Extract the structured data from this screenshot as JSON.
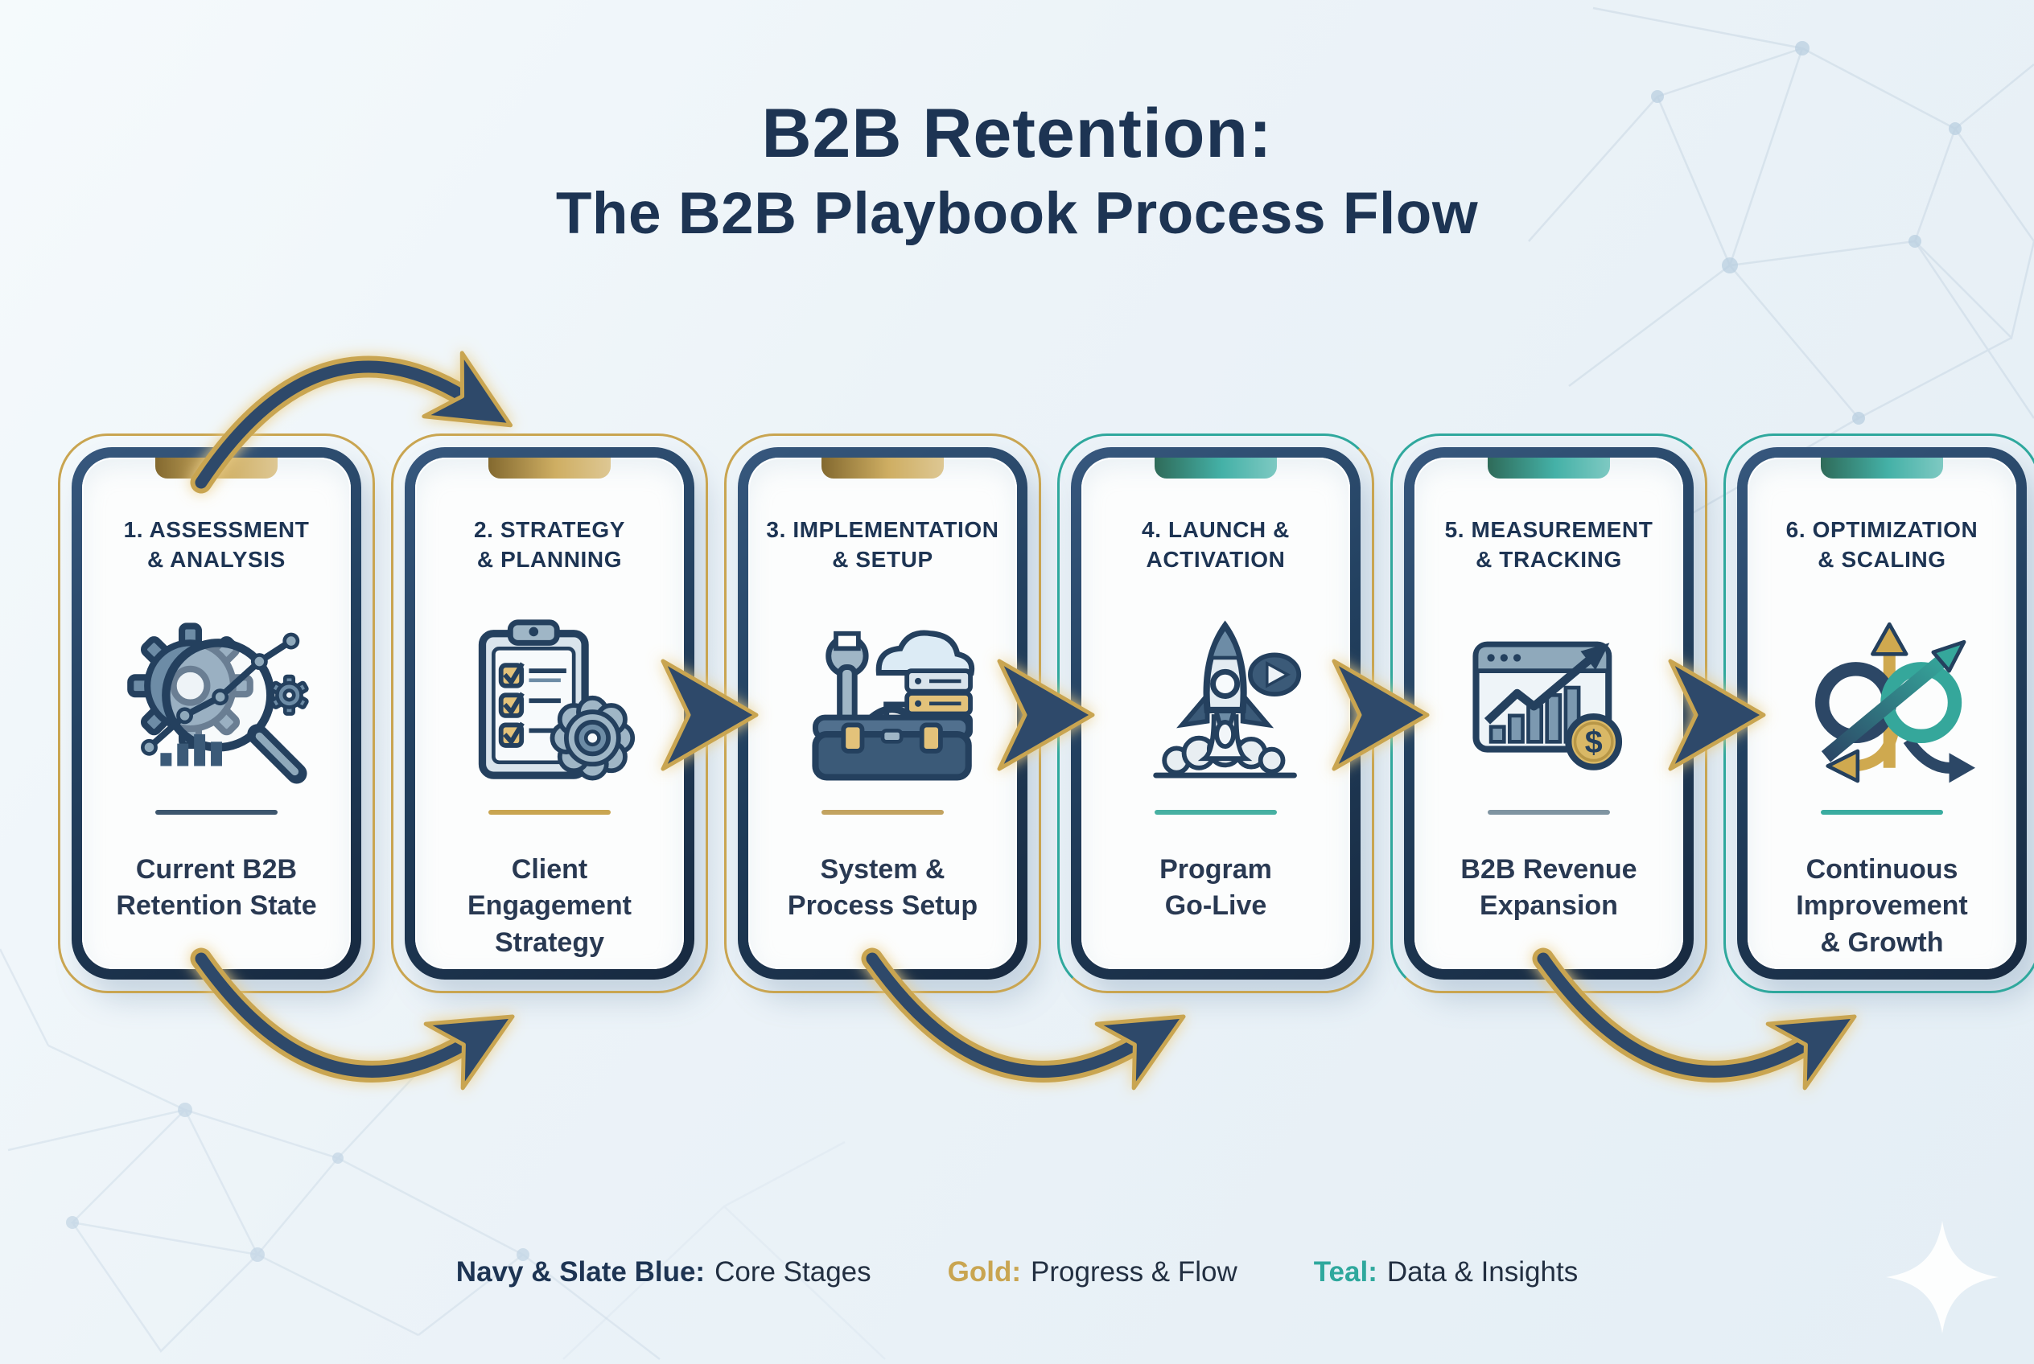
{
  "title": {
    "line1": "B2B Retention:",
    "line2": "The B2B Playbook Process Flow"
  },
  "palette": {
    "navy": "#1d3453",
    "slate_blue": "#6d8ca6",
    "gold": "#c9a551",
    "teal": "#2fa89d",
    "text_dark": "#293952",
    "background": "#ecf3f8",
    "screen_white": "#fcfdfd",
    "arrow_navy": "#2d4a6a"
  },
  "stages": [
    {
      "heading": "1. ASSESSMENT\n& ANALYSIS",
      "caption": "Current B2B\nRetention State",
      "icon": "gear-magnifier-analysis-icon",
      "divider_color": "#3d566e",
      "notch_color": "#c9a551",
      "accent_color": "#c9a551"
    },
    {
      "heading": "2. STRATEGY\n& PLANNING",
      "caption": "Client\nEngagement\nStrategy",
      "icon": "clipboard-checklist-gear-icon",
      "divider_color": "#c9a551",
      "notch_color": "#c9a551",
      "accent_color": "#c9a551"
    },
    {
      "heading": "3. IMPLEMENTATION\n& SETUP",
      "caption": "System &\nProcess Setup",
      "icon": "toolbox-cloud-server-icon",
      "divider_color": "#c2a360",
      "notch_color": "#c9a551",
      "accent_color": "#c9a551"
    },
    {
      "heading": "4. LAUNCH &\nACTIVATION",
      "caption": "Program\nGo-Live",
      "icon": "rocket-launch-icon",
      "divider_color": "#47b0a2",
      "notch_color": "#2fa89d",
      "accent_color": "#c9a551",
      "accent_color_top": "#2fa89d",
      "accent_color_left": "#2fa89d"
    },
    {
      "heading": "5. MEASUREMENT\n& TRACKING",
      "caption": "B2B Revenue\nExpansion",
      "icon": "analytics-dashboard-dollar-icon",
      "icon_glyph": "$",
      "divider_color": "#7f94a1",
      "notch_color": "#2fa89d",
      "accent_color": "#c9a551",
      "accent_color_top": "#2fa89d",
      "accent_color_left": "#2fa89d"
    },
    {
      "heading": "6. OPTIMIZATION\n& SCALING",
      "caption": "Continuous\nImprovement\n& Growth",
      "icon": "infinity-growth-arrows-icon",
      "divider_color": "#3aaca0",
      "notch_color": "#2fa89d",
      "accent_color": "#2fa89d"
    }
  ],
  "legend": [
    {
      "label": "Navy & Slate Blue:",
      "text": "Core Stages",
      "label_color": "#1d3453"
    },
    {
      "label": "Gold:",
      "text": "Progress & Flow",
      "label_color": "#c9a551"
    },
    {
      "label": "Teal:",
      "text": "Data & Insights",
      "label_color": "#2fa89d"
    }
  ]
}
